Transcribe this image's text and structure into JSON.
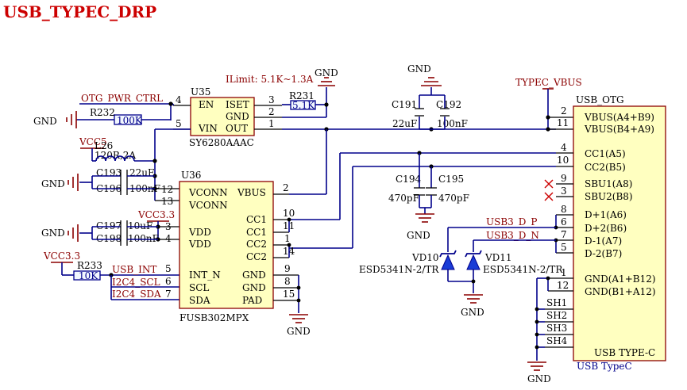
{
  "title": "USB_TYPEC_DRP",
  "ilimit": "ILimit: 5.1K~1.3A",
  "nets": {
    "otg_pwr_ctrl": "OTG_PWR_CTRL",
    "typec_vbus": "TYPEC_VBUS",
    "vcc5": "VCC5",
    "vcc33a": "VCC3.3",
    "vcc33b": "VCC3.3",
    "usb_int": "USB_INT",
    "i2c4_scl": "I2C4_SCL",
    "i2c4_sda": "I2C4_SDA",
    "usb3_d_p": "USB3_D_P",
    "usb3_d_n": "USB3_D_N",
    "gnd": "GND"
  },
  "u35": {
    "ref": "U35",
    "part": "SY6280AAAC",
    "pins": {
      "en": "EN",
      "iset": "ISET",
      "gnd": "GND",
      "vin": "VIN",
      "out": "OUT"
    },
    "nums": {
      "en": "4",
      "iset": "3",
      "gnd": "2",
      "vin": "5",
      "out": "1"
    }
  },
  "u36": {
    "ref": "U36",
    "part": "FUSB302MPX",
    "pins": [
      "VCONN",
      "VCONN",
      "VDD",
      "VDD",
      "INT_N",
      "SCL",
      "SDA",
      "VBUS",
      "CC1",
      "CC1",
      "CC2",
      "CC2",
      "GND",
      "GND",
      "PAD"
    ],
    "nums": [
      "12",
      "13",
      "3",
      "4",
      "5",
      "6",
      "7",
      "2",
      "10",
      "11",
      "1",
      "14",
      "9",
      "8",
      "15"
    ]
  },
  "usb": {
    "ref": "USB_OTG",
    "part": "USB TYPE-C",
    "footprint": "USB TypeC",
    "pins": [
      "VBUS(A4+B9)",
      "VBUS(B4+A9)",
      "CC1(A5)",
      "CC2(B5)",
      "SBU1(A8)",
      "SBU2(B8)",
      "D+1(A6)",
      "D+2(B6)",
      "D-1(A7)",
      "D-2(B7)",
      "GND(A1+B12)",
      "GND(B1+A12)"
    ],
    "nums": [
      "2",
      "11",
      "4",
      "10",
      "9",
      "3",
      "8",
      "6",
      "7",
      "5",
      "1",
      "12"
    ],
    "shields": [
      "SH1",
      "SH2",
      "SH3",
      "SH4"
    ]
  },
  "parts": {
    "r231": {
      "ref": "R231",
      "val": "5.1K"
    },
    "r232": {
      "ref": "R232",
      "val": "100K"
    },
    "r233": {
      "ref": "R233",
      "val": "10K"
    },
    "l26": {
      "ref": "L26",
      "val": "120R,2A"
    },
    "c191": {
      "ref": "C191",
      "val": "22uF"
    },
    "c192": {
      "ref": "C192",
      "val": "100nF"
    },
    "c193": {
      "ref": "C193",
      "val": "22uF"
    },
    "c196": {
      "ref": "C196",
      "val": "100nF"
    },
    "c194": {
      "ref": "C194",
      "val": "470pF"
    },
    "c195": {
      "ref": "C195",
      "val": "470pF"
    },
    "c197": {
      "ref": "C197",
      "val": "10uF"
    },
    "c198": {
      "ref": "C198",
      "val": "100nF"
    },
    "vd10": {
      "ref": "VD10",
      "val": "ESD5341N-2/TR"
    },
    "vd11": {
      "ref": "VD11",
      "val": "ESD5341N-2/TR"
    }
  }
}
